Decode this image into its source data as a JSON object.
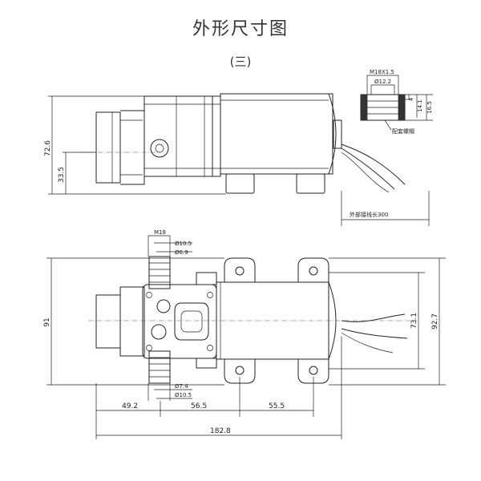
{
  "title": "外形尺寸图",
  "subtitle": "(三)",
  "side_view": {
    "dim_height_total": "72.6",
    "dim_height_outlet": "33.5"
  },
  "cap_detail": {
    "thread": "M18X1.5",
    "inner_dia": "Ø12.2",
    "dim_a": "4",
    "dim_b": "14.1",
    "dim_c": "16.5",
    "note": "配套螺帽"
  },
  "wire_note": "外部接线长300",
  "top_view": {
    "thread": "M18",
    "outer_dia_top": "Ø10.5",
    "inner_dia_top": "Ø6.9",
    "inner_dia_bottom": "Ø7.4",
    "outer_dia_bottom": "Ø10.5",
    "dim_width_total": "91",
    "dim_motor_dia": "73.1",
    "dim_mount_span": "92.7",
    "dim_len_a": "49.2",
    "dim_len_b": "56.5",
    "dim_len_c": "55.5",
    "dim_len_total": "182.8"
  }
}
